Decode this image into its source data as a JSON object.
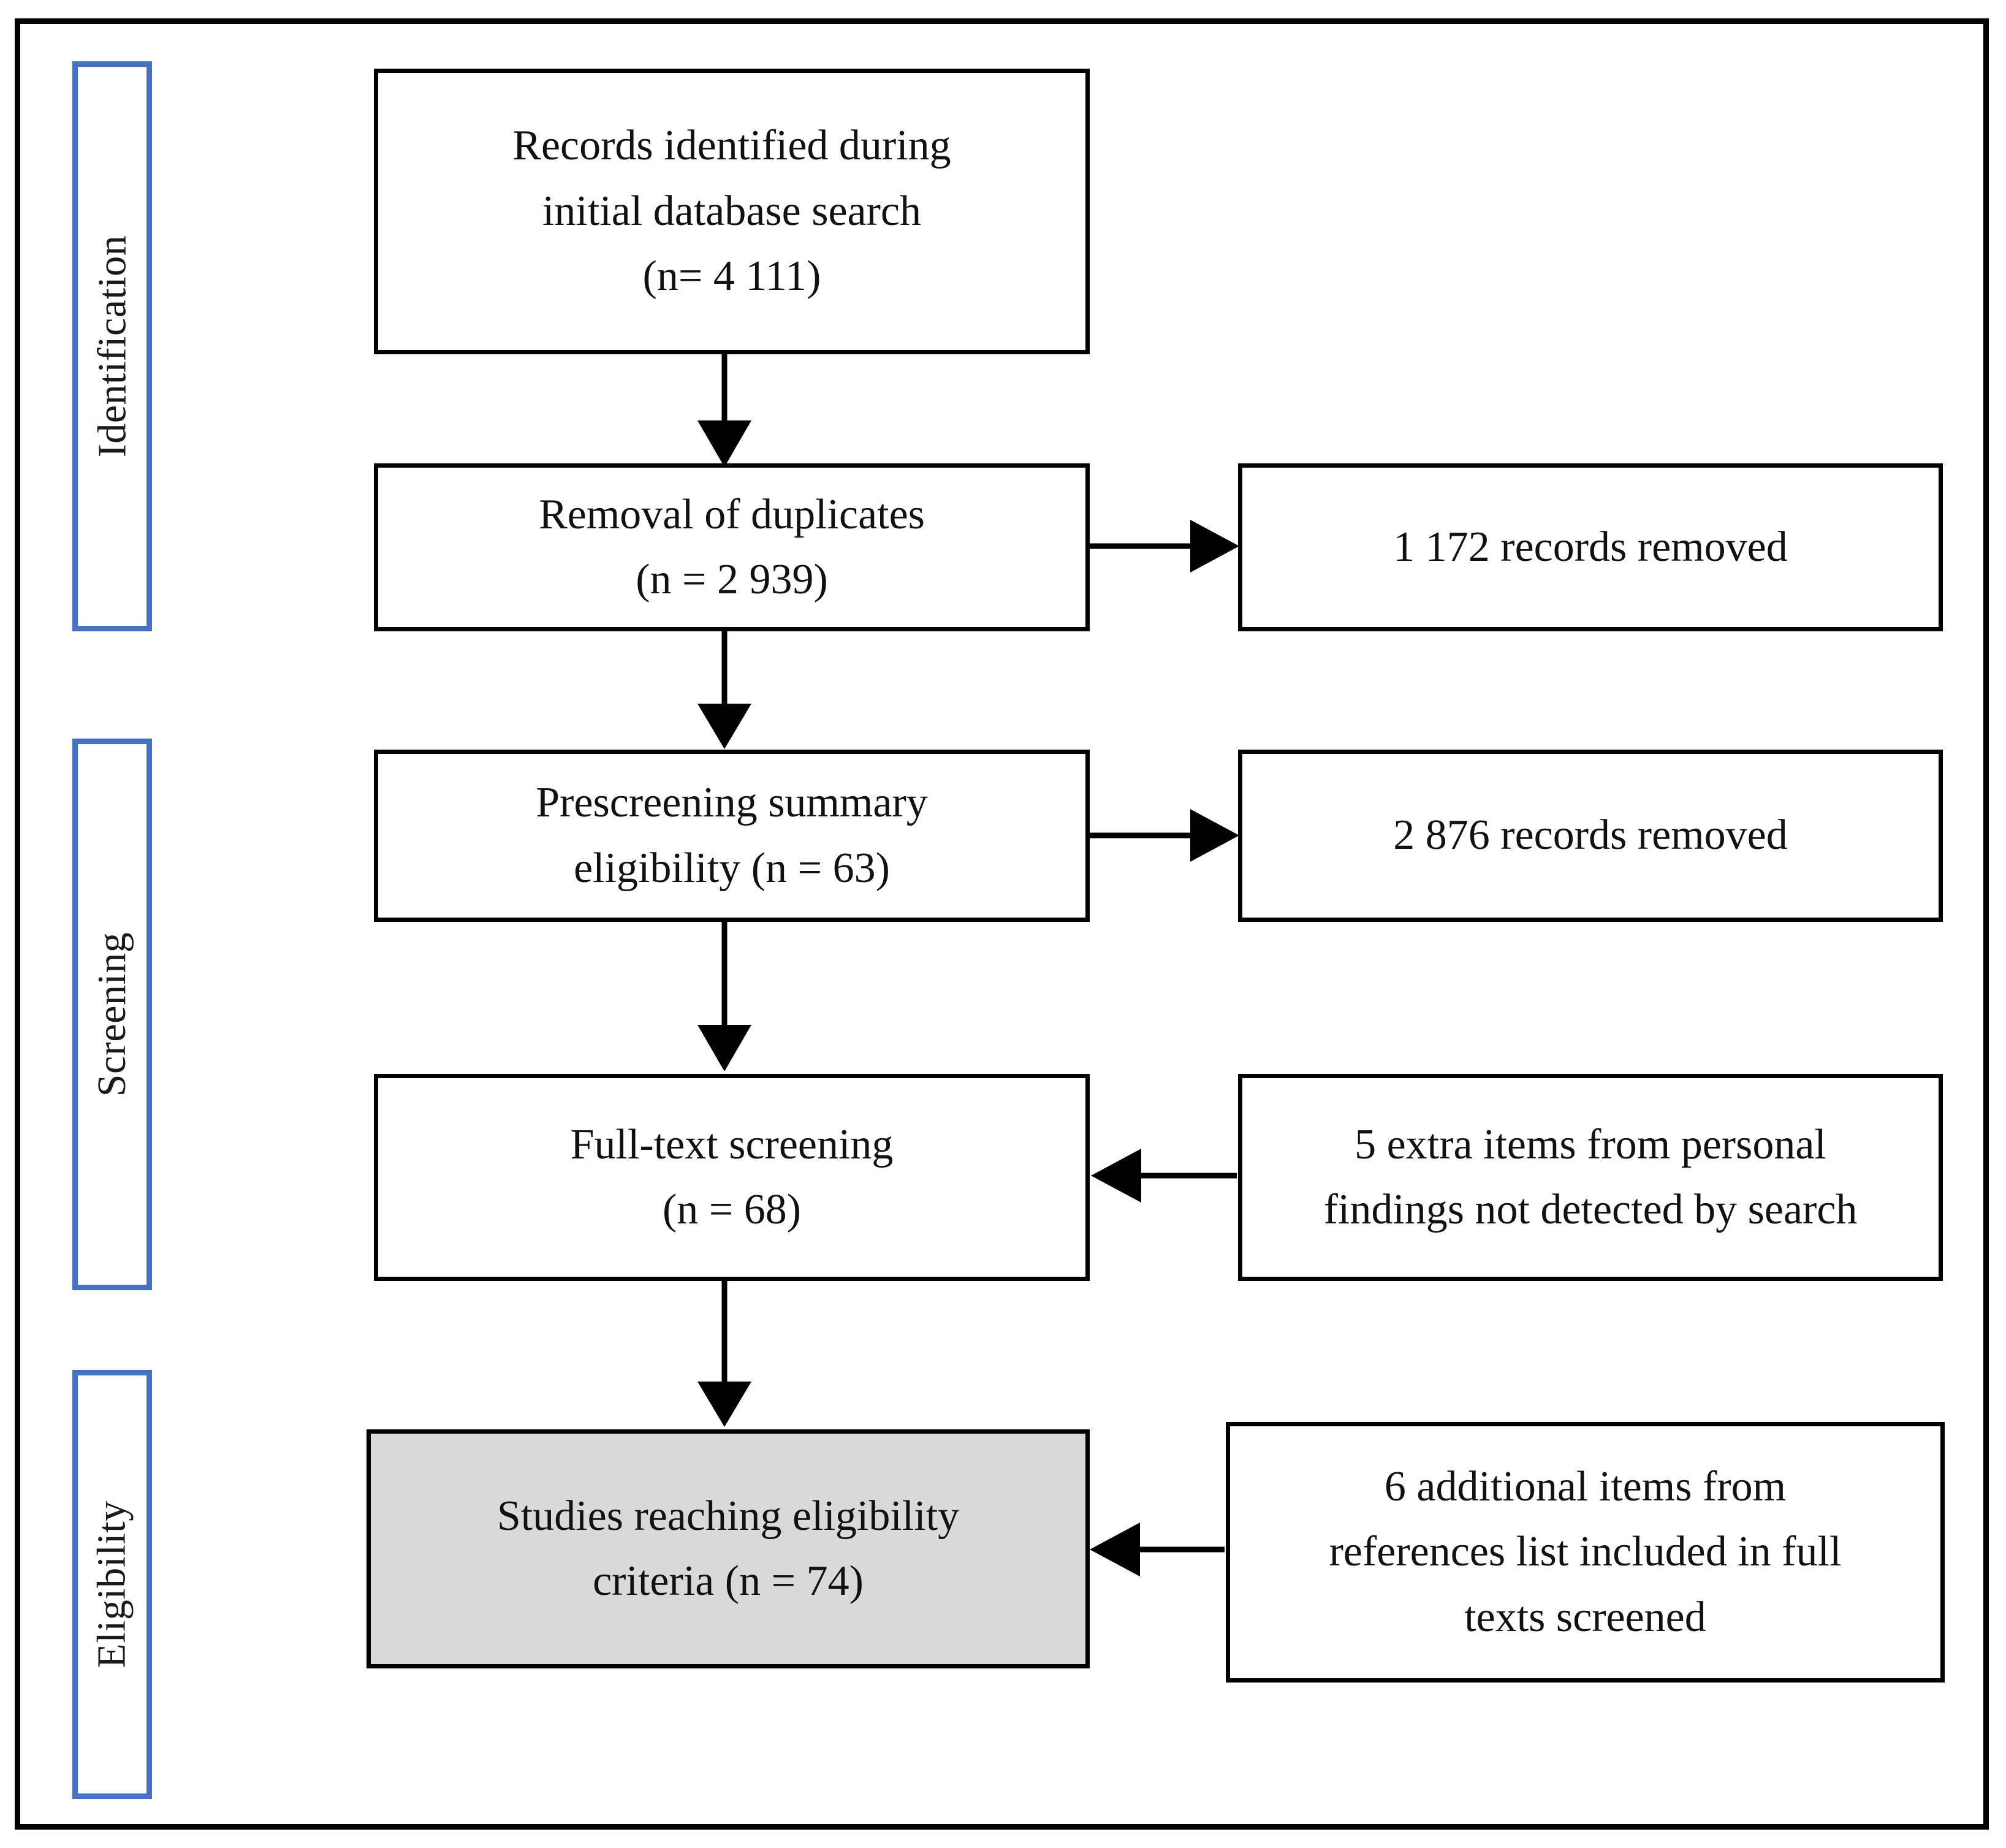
{
  "diagram": {
    "title": "PRISMA study selection flow diagram",
    "colors": {
      "stage_border": "#4472C4",
      "box_border": "#000000",
      "shaded_fill": "#D9D9D9",
      "frame_border": "#000000",
      "text": "#111111"
    },
    "stages": [
      {
        "id": "identification",
        "label": "Identification"
      },
      {
        "id": "screening",
        "label": "Screening"
      },
      {
        "id": "eligibility",
        "label": "Eligibility"
      }
    ],
    "boxes": [
      {
        "id": "records-identified",
        "lines": [
          "Records identified during",
          "initial database search",
          "(n= 4 111)"
        ],
        "shaded": false,
        "n": 4111
      },
      {
        "id": "removal-duplicates",
        "lines": [
          "Removal of duplicates",
          "(n = 2 939)"
        ],
        "shaded": false,
        "n": 2939
      },
      {
        "id": "duplicates-removed",
        "lines": [
          "1 172 records removed"
        ],
        "shaded": false,
        "n": 1172
      },
      {
        "id": "prescreening-summary",
        "lines": [
          "Prescreening summary",
          "eligibility (n = 63)"
        ],
        "shaded": false,
        "n": 63
      },
      {
        "id": "prescreening-removed",
        "lines": [
          "2 876 records removed"
        ],
        "shaded": false,
        "n": 2876
      },
      {
        "id": "full-text-screening",
        "lines": [
          "Full-text screening",
          "(n = 68)"
        ],
        "shaded": false,
        "n": 68
      },
      {
        "id": "extra-personal-findings",
        "lines": [
          "5 extra items from personal",
          "findings not detected by search"
        ],
        "shaded": false,
        "n": 5
      },
      {
        "id": "studies-eligibility",
        "lines": [
          "Studies reaching eligibility",
          "criteria (n = 74)"
        ],
        "shaded": true,
        "n": 74
      },
      {
        "id": "additional-references",
        "lines": [
          "6 additional items from",
          "references list included in full",
          "texts screened"
        ],
        "shaded": false,
        "n": 6
      }
    ],
    "connectors": [
      {
        "id": "records-to-duplicates",
        "direction": "down"
      },
      {
        "id": "duplicates-to-removed",
        "direction": "right"
      },
      {
        "id": "duplicates-to-prescreening",
        "direction": "down"
      },
      {
        "id": "prescreening-to-removed",
        "direction": "right"
      },
      {
        "id": "prescreening-to-fulltext",
        "direction": "down"
      },
      {
        "id": "personal-to-fulltext",
        "direction": "left"
      },
      {
        "id": "fulltext-to-studies",
        "direction": "down"
      },
      {
        "id": "references-to-studies",
        "direction": "left"
      }
    ]
  }
}
